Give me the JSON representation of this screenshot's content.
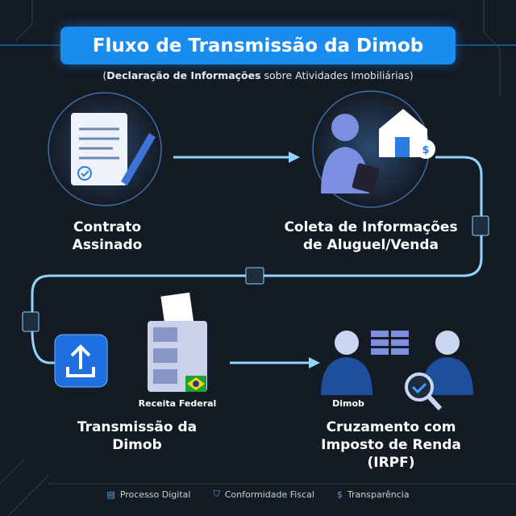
{
  "header": {
    "title": "Fluxo de Transmissão da Dimob",
    "subtitle_bold": "Declaração de Informações",
    "subtitle_rest": " sobre Atividades Imobiliárias)",
    "subtitle_open": "("
  },
  "steps": [
    {
      "label_line1": "Contrato",
      "label_line2": "Assinado"
    },
    {
      "label_line1": "Coleta de Informações",
      "label_line2": "de Aluguel/Venda"
    },
    {
      "label_line1": "Transmissão da",
      "label_line2": "Dimob",
      "server_caption": "Receita Federal"
    },
    {
      "label_line1": "Cruzamento com",
      "label_line2": "Imposto de Renda",
      "label_line3": "(IRPF)",
      "person_caption": "Dimob"
    }
  ],
  "footer": [
    {
      "icon": "server-icon",
      "label": "Processo Digital"
    },
    {
      "icon": "shield-check-icon",
      "label": "Conformidade Fiscal"
    },
    {
      "icon": "money-hand-icon",
      "label": "Transparência"
    }
  ],
  "colors": {
    "background": "#151b25",
    "accent": "#1a8cf0",
    "flow": "#8fd3ff"
  }
}
